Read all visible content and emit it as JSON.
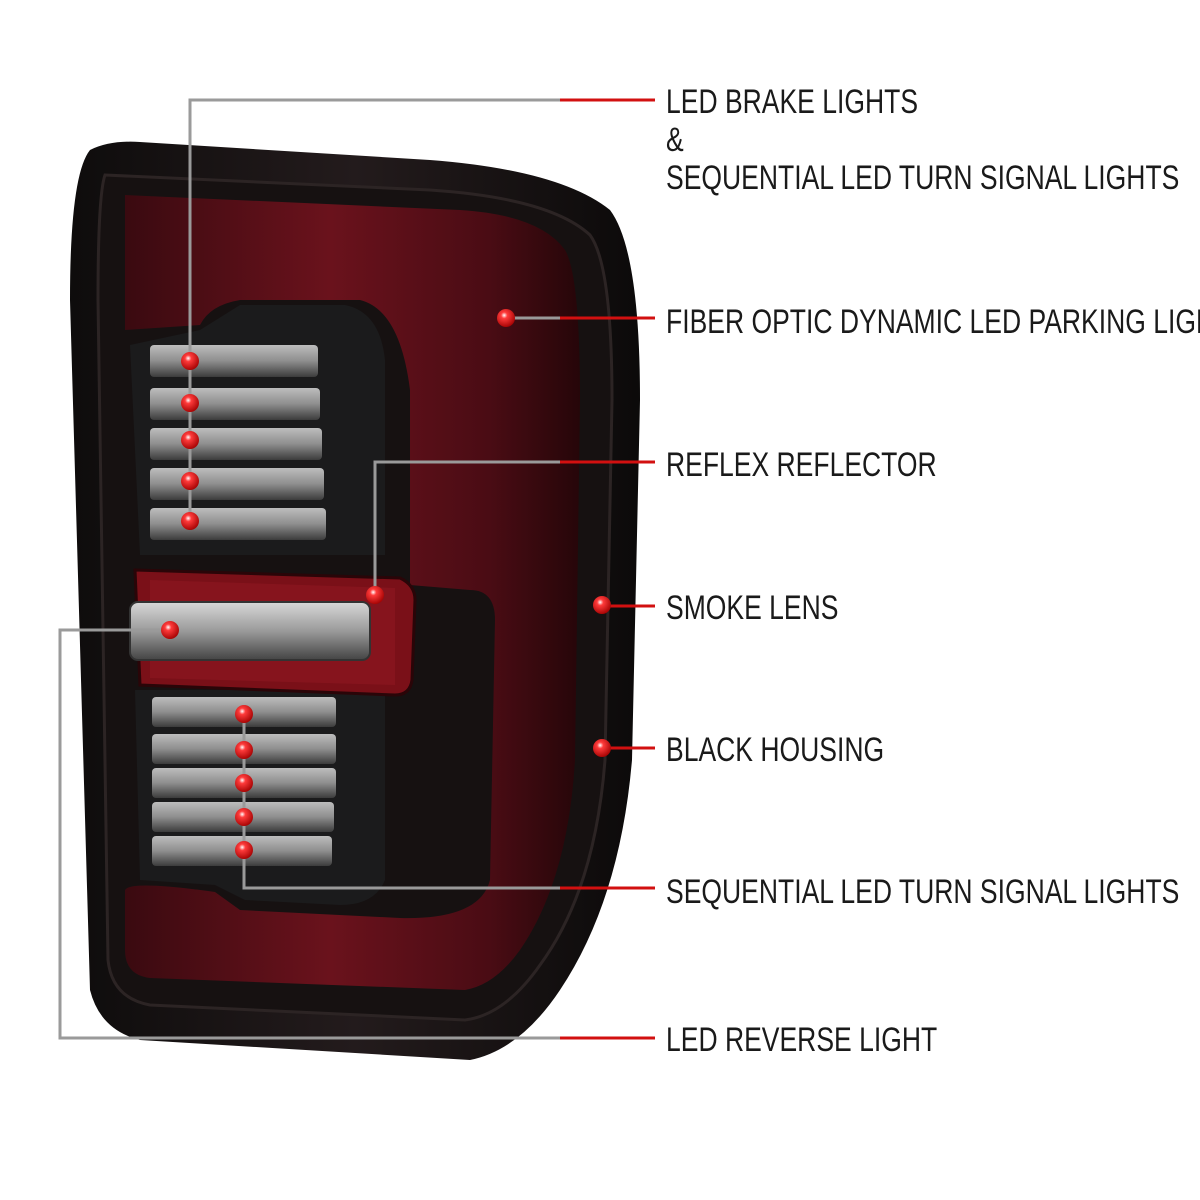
{
  "colors": {
    "accent_red": "#d21010",
    "leader_gray": "#9a9a9a",
    "housing_black": "#1a1414",
    "lens_red": "#5a0c14"
  },
  "callouts": {
    "brake_line1": "LED BRAKE LIGHTS",
    "brake_line2": "&",
    "brake_line3": "SEQUENTIAL LED TURN SIGNAL LIGHTS",
    "parking": "FIBER OPTIC DYNAMIC LED PARKING LIGHT",
    "reflector": "REFLEX REFLECTOR",
    "smoke": "SMOKE LENS",
    "housing": "BLACK HOUSING",
    "turn_signal": "SEQUENTIAL LED TURN SIGNAL LIGHTS",
    "reverse": "LED REVERSE LIGHT"
  }
}
